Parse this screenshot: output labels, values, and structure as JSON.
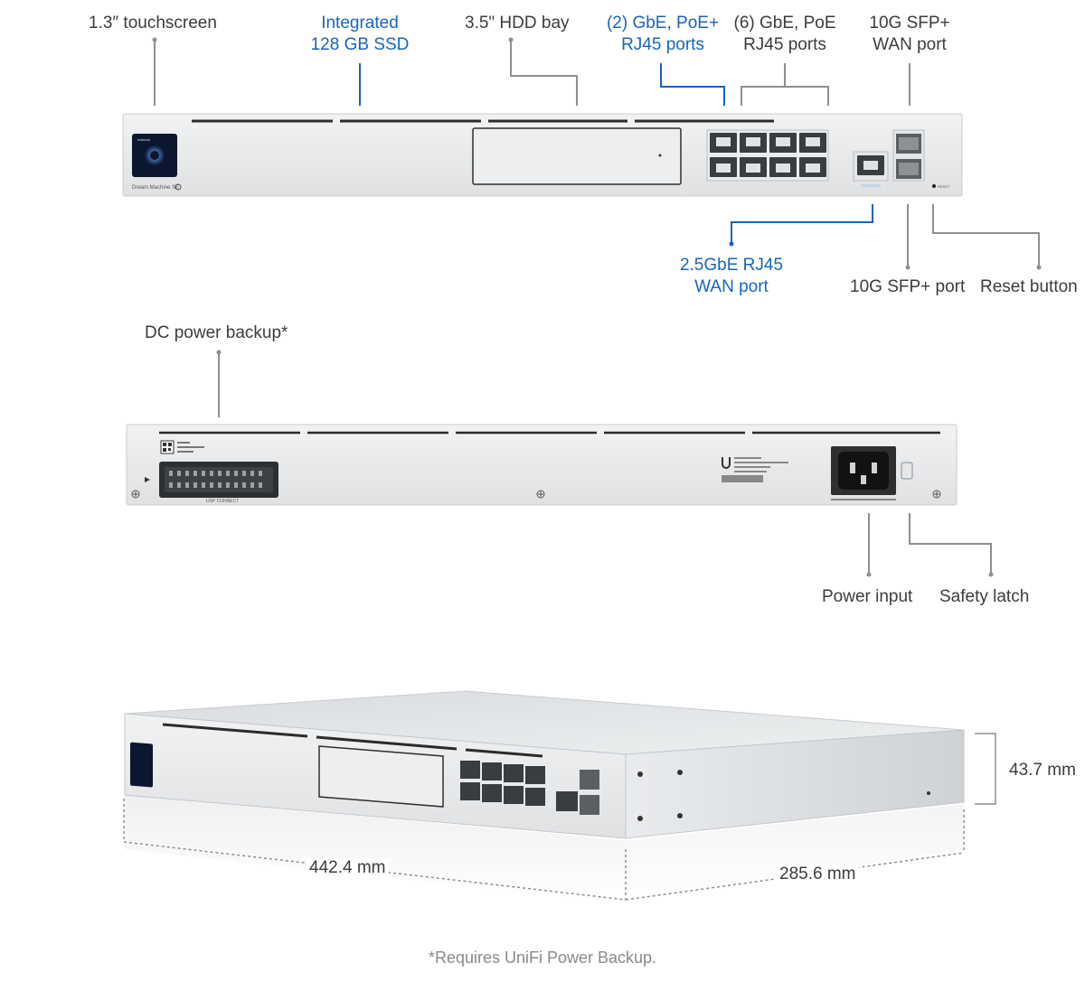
{
  "front_labels": {
    "touchscreen": "1.3″ touchscreen",
    "ssd_line1": "Integrated",
    "ssd_line2": "128 GB SSD",
    "hdd_bay": "3.5\" HDD bay",
    "poeplus_line1": "(2) GbE, PoE+",
    "poeplus_line2": "RJ45 ports",
    "poe_line1": "(6) GbE, PoE",
    "poe_line2": "RJ45 ports",
    "sfp_wan_line1": "10G SFP+",
    "sfp_wan_line2": "WAN port",
    "rj45_wan_line1": "2.5GbE RJ45",
    "rj45_wan_line2": "WAN port",
    "sfp_port": "10G SFP+ port",
    "reset_button": "Reset button"
  },
  "rear_labels": {
    "dc_power": "DC power backup*",
    "power_input": "Power input",
    "safety_latch": "Safety latch"
  },
  "dimensions": {
    "height": "43.7 mm",
    "width": "442.4 mm",
    "depth": "285.6 mm"
  },
  "device_text": {
    "brand": "Dream Machine SE",
    "reset": "RESET",
    "usp_connect": "USP CONNECT",
    "screen_badge": "network"
  },
  "footnote": "*Requires UniFi Power Backup.",
  "colors": {
    "accent_blue": "#1565c0",
    "label_gray": "#3c3c3c",
    "chassis": "#e6e8ea"
  }
}
